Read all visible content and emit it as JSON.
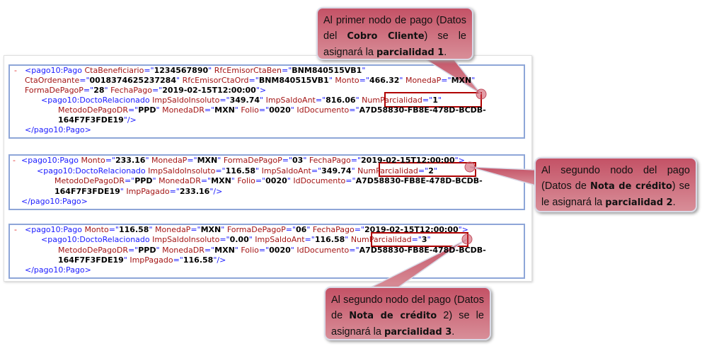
{
  "xml_blocks": [
    {
      "lines": [
        {
          "indent": 0,
          "minus": true,
          "tokens": [
            [
              "tag",
              "<pago10:Pago "
            ],
            [
              "attr",
              "CtaBeneficiario"
            ],
            [
              "eq",
              "=\""
            ],
            [
              "val",
              "1234567890"
            ],
            [
              "eq",
              "\" "
            ],
            [
              "attr",
              "RfcEmisorCtaBen"
            ],
            [
              "eq",
              "=\""
            ],
            [
              "val",
              "BNM840515VB1"
            ],
            [
              "eq",
              "\""
            ]
          ]
        },
        {
          "indent": 0,
          "tokens": [
            [
              "attr",
              "CtaOrdenante"
            ],
            [
              "eq",
              "=\""
            ],
            [
              "val",
              "0018374625237284"
            ],
            [
              "eq",
              "\" "
            ],
            [
              "attr",
              "RfcEmisorCtaOrd"
            ],
            [
              "eq",
              "=\""
            ],
            [
              "val",
              "BNM840515VB1"
            ],
            [
              "eq",
              "\" "
            ],
            [
              "attr",
              "Monto"
            ],
            [
              "eq",
              "=\""
            ],
            [
              "val",
              "466.32"
            ],
            [
              "eq",
              "\" "
            ],
            [
              "attr",
              "MonedaP"
            ],
            [
              "eq",
              "=\""
            ],
            [
              "val",
              "MXN"
            ],
            [
              "eq",
              "\""
            ]
          ]
        },
        {
          "indent": 0,
          "tokens": [
            [
              "attr",
              "FormaDePagoP"
            ],
            [
              "eq",
              "=\""
            ],
            [
              "val",
              "28"
            ],
            [
              "eq",
              "\" "
            ],
            [
              "attr",
              "FechaPago"
            ],
            [
              "eq",
              "=\""
            ],
            [
              "val",
              "2019-02-15T12:00:00"
            ],
            [
              "eq",
              "\">"
            ]
          ]
        },
        {
          "indent": 1,
          "tokens": [
            [
              "tag",
              "<pago10:DoctoRelacionado "
            ],
            [
              "attr",
              "ImpSaldoInsoluto"
            ],
            [
              "eq",
              "=\""
            ],
            [
              "val",
              "349.74"
            ],
            [
              "eq",
              "\" "
            ],
            [
              "attr",
              "ImpSaldoAnt"
            ],
            [
              "eq",
              "=\""
            ],
            [
              "val",
              "816.06"
            ],
            [
              "eq",
              "\" "
            ],
            [
              "attr",
              "NumParcialidad"
            ],
            [
              "eq",
              "=\""
            ],
            [
              "val",
              "1"
            ],
            [
              "eq",
              "\""
            ]
          ]
        },
        {
          "indent": 2,
          "tokens": [
            [
              "attr",
              "MetodoDePagoDR"
            ],
            [
              "eq",
              "=\""
            ],
            [
              "val",
              "PPD"
            ],
            [
              "eq",
              "\" "
            ],
            [
              "attr",
              "MonedaDR"
            ],
            [
              "eq",
              "=\""
            ],
            [
              "val",
              "MXN"
            ],
            [
              "eq",
              "\" "
            ],
            [
              "attr",
              "Folio"
            ],
            [
              "eq",
              "=\""
            ],
            [
              "val",
              "0020"
            ],
            [
              "eq",
              "\" "
            ],
            [
              "attr",
              "IdDocumento"
            ],
            [
              "eq",
              "=\""
            ],
            [
              "val",
              "A7D58830-FB8E-478D-BCDB-"
            ]
          ]
        },
        {
          "indent": 2,
          "tokens": [
            [
              "val",
              "164F7F3FDE19"
            ],
            [
              "eq",
              "\"/>"
            ]
          ]
        },
        {
          "indent": 0,
          "tokens": [
            [
              "tag",
              "</pago10:Pago>"
            ]
          ]
        }
      ]
    },
    {
      "lines": [
        {
          "indent": 0,
          "minus": true,
          "tokens": [
            [
              "tag",
              "<pago10:Pago "
            ],
            [
              "attr",
              "Monto"
            ],
            [
              "eq",
              "=\""
            ],
            [
              "val",
              "233.16"
            ],
            [
              "eq",
              "\" "
            ],
            [
              "attr",
              "MonedaP"
            ],
            [
              "eq",
              "=\""
            ],
            [
              "val",
              "MXN"
            ],
            [
              "eq",
              "\" "
            ],
            [
              "attr",
              "FormaDePagoP"
            ],
            [
              "eq",
              "=\""
            ],
            [
              "val",
              "03"
            ],
            [
              "eq",
              "\" "
            ],
            [
              "attr",
              "FechaPago"
            ],
            [
              "eq",
              "=\""
            ],
            [
              "val",
              "2019-02-15T12:00:00"
            ],
            [
              "eq",
              "\">"
            ]
          ]
        },
        {
          "indent": 1,
          "tokens": [
            [
              "tag",
              "<pago10:DoctoRelacionado "
            ],
            [
              "attr",
              "ImpSaldoInsoluto"
            ],
            [
              "eq",
              "=\""
            ],
            [
              "val",
              "116.58"
            ],
            [
              "eq",
              "\" "
            ],
            [
              "attr",
              "ImpSaldoAnt"
            ],
            [
              "eq",
              "=\""
            ],
            [
              "val",
              "349.74"
            ],
            [
              "eq",
              "\" "
            ],
            [
              "attr",
              "NumParcialidad"
            ],
            [
              "eq",
              "=\""
            ],
            [
              "val",
              "2"
            ],
            [
              "eq",
              "\""
            ]
          ]
        },
        {
          "indent": 2,
          "tokens": [
            [
              "attr",
              "MetodoDePagoDR"
            ],
            [
              "eq",
              "=\""
            ],
            [
              "val",
              "PPD"
            ],
            [
              "eq",
              "\" "
            ],
            [
              "attr",
              "MonedaDR"
            ],
            [
              "eq",
              "=\""
            ],
            [
              "val",
              "MXN"
            ],
            [
              "eq",
              "\" "
            ],
            [
              "attr",
              "Folio"
            ],
            [
              "eq",
              "=\""
            ],
            [
              "val",
              "0020"
            ],
            [
              "eq",
              "\" "
            ],
            [
              "attr",
              "IdDocumento"
            ],
            [
              "eq",
              "=\""
            ],
            [
              "val",
              "A7D58830-FB8E-478D-BCDB-"
            ]
          ]
        },
        {
          "indent": 2,
          "tokens": [
            [
              "val",
              "164F7F3FDE19"
            ],
            [
              "eq",
              "\" "
            ],
            [
              "attr",
              "ImpPagado"
            ],
            [
              "eq",
              "=\""
            ],
            [
              "val",
              "233.16"
            ],
            [
              "eq",
              "\"/>"
            ]
          ]
        },
        {
          "indent": 0,
          "tokens": [
            [
              "tag",
              "</pago10:Pago>"
            ]
          ]
        }
      ]
    },
    {
      "lines": [
        {
          "indent": 0,
          "minus": true,
          "tokens": [
            [
              "tag",
              "<pago10:Pago "
            ],
            [
              "attr",
              "Monto"
            ],
            [
              "eq",
              "=\""
            ],
            [
              "val",
              "116.58"
            ],
            [
              "eq",
              "\" "
            ],
            [
              "attr",
              "MonedaP"
            ],
            [
              "eq",
              "=\""
            ],
            [
              "val",
              "MXN"
            ],
            [
              "eq",
              "\" "
            ],
            [
              "attr",
              "FormaDePagoP"
            ],
            [
              "eq",
              "=\""
            ],
            [
              "val",
              "06"
            ],
            [
              "eq",
              "\" "
            ],
            [
              "attr",
              "FechaPago"
            ],
            [
              "eq",
              "=\""
            ],
            [
              "val",
              "2019-02-15T12:00:00"
            ],
            [
              "eq",
              "\">"
            ]
          ]
        },
        {
          "indent": 1,
          "tokens": [
            [
              "tag",
              "<pago10:DoctoRelacionado "
            ],
            [
              "attr",
              "ImpSaldoInsoluto"
            ],
            [
              "eq",
              "=\""
            ],
            [
              "val",
              "0.00"
            ],
            [
              "eq",
              "\" "
            ],
            [
              "attr",
              "ImpSaldoAnt"
            ],
            [
              "eq",
              "=\""
            ],
            [
              "val",
              "116.58"
            ],
            [
              "eq",
              "\" "
            ],
            [
              "attr",
              "NumParcialidad"
            ],
            [
              "eq",
              "=\""
            ],
            [
              "val",
              "3"
            ],
            [
              "eq",
              "\""
            ]
          ]
        },
        {
          "indent": 2,
          "tokens": [
            [
              "attr",
              "MetodoDePagoDR"
            ],
            [
              "eq",
              "=\""
            ],
            [
              "val",
              "PPD"
            ],
            [
              "eq",
              "\" "
            ],
            [
              "attr",
              "MonedaDR"
            ],
            [
              "eq",
              "=\""
            ],
            [
              "val",
              "MXN"
            ],
            [
              "eq",
              "\" "
            ],
            [
              "attr",
              "Folio"
            ],
            [
              "eq",
              "=\""
            ],
            [
              "val",
              "0020"
            ],
            [
              "eq",
              "\" "
            ],
            [
              "attr",
              "IdDocumento"
            ],
            [
              "eq",
              "=\""
            ],
            [
              "val",
              "A7D58830-FB8E-478D-BCDB-"
            ]
          ]
        },
        {
          "indent": 2,
          "tokens": [
            [
              "val",
              "164F7F3FDE19"
            ],
            [
              "eq",
              "\" "
            ],
            [
              "attr",
              "ImpPagado"
            ],
            [
              "eq",
              "=\""
            ],
            [
              "val",
              "116.58"
            ],
            [
              "eq",
              "\"/>"
            ]
          ]
        },
        {
          "indent": 0,
          "tokens": [
            [
              "tag",
              "</pago10:Pago>"
            ]
          ]
        }
      ]
    }
  ],
  "minus_glyph": "-",
  "callouts": [
    {
      "segments": [
        [
          "n",
          "Al primer nodo de pago (Datos del "
        ],
        [
          "b",
          "Cobro Cliente"
        ],
        [
          "n",
          ") se le asignará la "
        ],
        [
          "b",
          "parcialidad 1"
        ],
        [
          "n",
          "."
        ]
      ]
    },
    {
      "segments": [
        [
          "n",
          "Al segundo nodo del pago (Datos de "
        ],
        [
          "b",
          "Nota de crédito"
        ],
        [
          "n",
          ") se le asignará la "
        ],
        [
          "b",
          "parcialidad 2"
        ],
        [
          "n",
          "."
        ]
      ]
    },
    {
      "segments": [
        [
          "n",
          "Al segundo nodo del pago (Datos de "
        ],
        [
          "b",
          "Nota de crédito"
        ],
        [
          "n",
          " 2) se le asignará la "
        ],
        [
          "b",
          "parcialidad 3"
        ],
        [
          "n",
          "."
        ]
      ]
    }
  ],
  "colors": {
    "tag": "#1a1aff",
    "attr": "#a31515",
    "highlight": "#b00000",
    "box_border": "#8ea6d8"
  }
}
